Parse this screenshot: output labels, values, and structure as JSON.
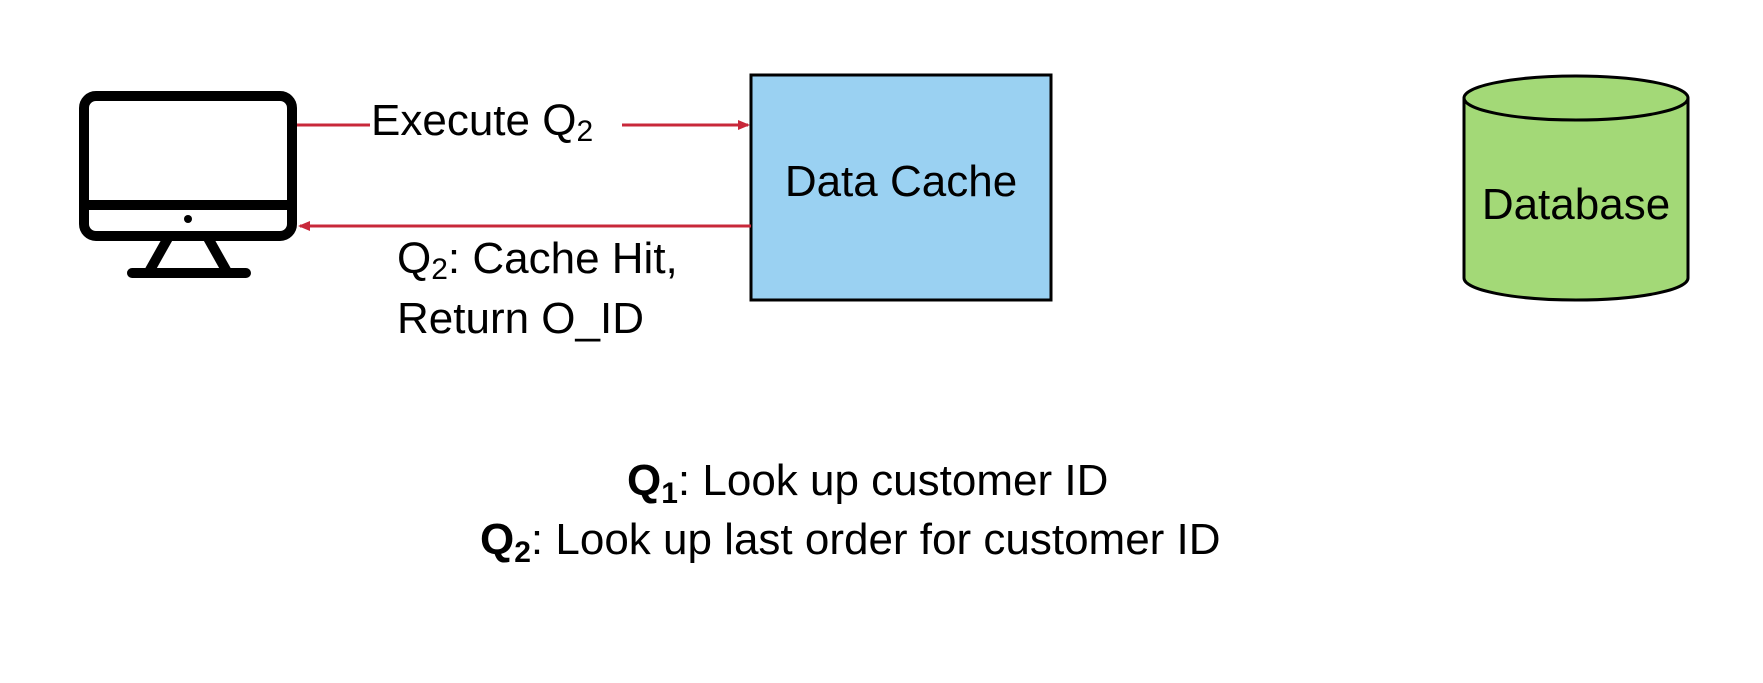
{
  "nodes": {
    "client": {
      "icon": "desktop-computer-icon"
    },
    "cache": {
      "label": "Data Cache",
      "fill": "#9ad1f2"
    },
    "database": {
      "label": "Database",
      "fill": "#a3d977"
    }
  },
  "edges": {
    "request": {
      "label_main": "Execute Q",
      "label_sub": "2"
    },
    "response": {
      "label_main": "Q",
      "label_sub": "2",
      "label_rest": ": Cache Hit,",
      "label_line2": "Return O_ID"
    }
  },
  "legend": {
    "q1": {
      "symbol": "Q",
      "sub": "1",
      "text": ": Look up customer ID"
    },
    "q2": {
      "symbol": "Q",
      "sub": "2",
      "text": ": Look up last order for customer ID"
    }
  },
  "colors": {
    "arrow": "#c8283a",
    "stroke": "#000000"
  }
}
